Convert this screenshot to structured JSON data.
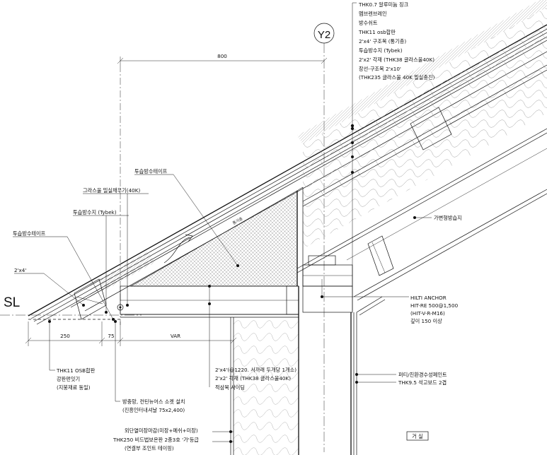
{
  "grid": {
    "label": "Y2"
  },
  "levels": {
    "sl": "SL"
  },
  "dims": {
    "top": "800",
    "d1": "250",
    "d2": "75",
    "d3": "VAR"
  },
  "roof_layers": [
    "THK0.7 알루미늄 징크",
    "멤브렌브레인",
    "방수쉬트",
    "THK11 osb합판",
    "2'x4' 구조목 (통기층)",
    "투습방수지 (Tybek)",
    "2'x2' 각재 (THK38 글라스울40K)",
    "장선-구조목 2'x10'",
    "(THK235 글라스울 40K 밀실충진)"
  ],
  "notes": {
    "vent_tape": "투습방수테이프",
    "glasswool": "그라스울 밀실채우기(40K)",
    "tybek": "투습방수지 (Tybek)",
    "vent_tape2": "투습방수테이프",
    "stud": "2'x4'",
    "vent_label": "통기층",
    "vapor": "가변형방습지",
    "anchor1": "HILTI ANCHOR",
    "anchor2": "HIT-RE 500@1,500",
    "anchor3": "(HIT-V-R-M16)",
    "anchor4": "깊이 150 이상",
    "osb1": "THK11 OSB합판",
    "osb2": "강판펀잇기",
    "osb3": "(지붕재료 동일)",
    "soffit1": "2'x4'(@1220. 서까래 두개당 1개소)",
    "soffit2": "2'x2' 각재 (THK38 글라스울40K)",
    "soffit3": "적삼목 사이딩",
    "insect1": "방충망, 컨틴뉴어스 소켓 설치",
    "insect2": "(진흥인터내셔날 75x2,400)",
    "wall1": "외단열미장마감(미장+메쉬+미장)",
    "wall2": "THK250 비드법보온판 2종3호 '가'등급",
    "wall3": "(연결부 조인트 테이핑)",
    "inner1": "퍼티/친환경수성페인트",
    "inner2": "THK9.5 석고보드 2겹",
    "room": "거 실"
  }
}
